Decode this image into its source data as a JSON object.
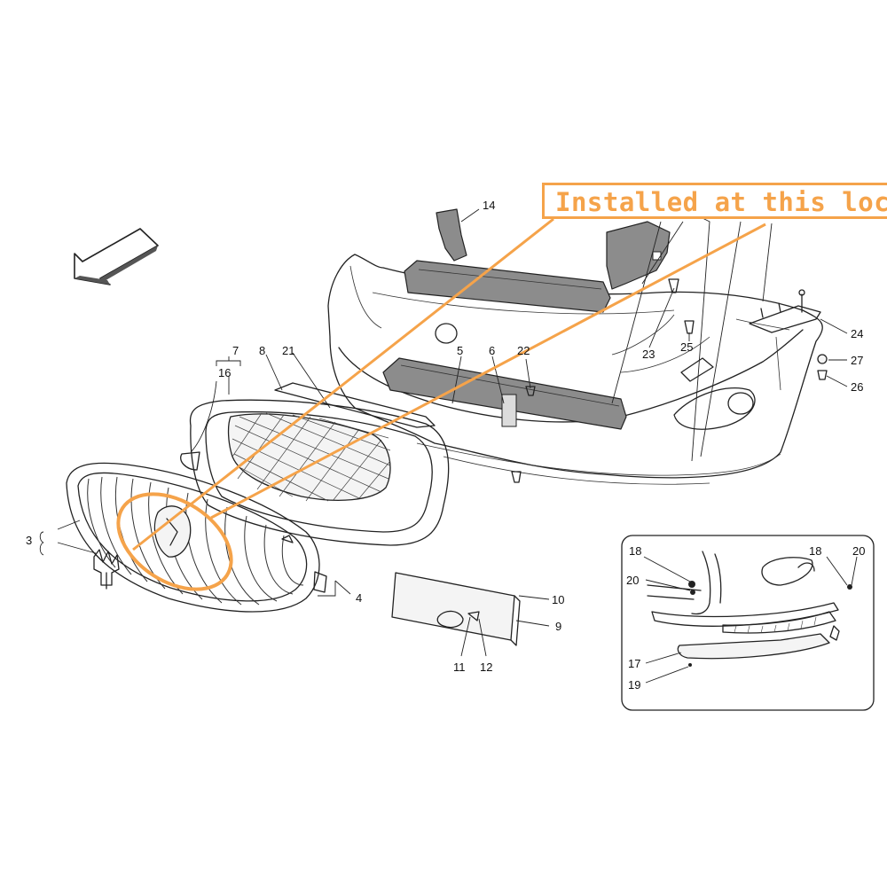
{
  "callout": {
    "text": "Installed at this locat",
    "color": "#f5a34a"
  },
  "part_numbers": {
    "n3": "3",
    "n4": "4",
    "n5": "5",
    "n6": "6",
    "n7": "7",
    "n8": "8",
    "n9": "9",
    "n10": "10",
    "n11": "11",
    "n12": "12",
    "n14": "14",
    "n16": "16",
    "n21": "21",
    "n22": "22",
    "n23": "23",
    "n24": "24",
    "n25": "25",
    "n26": "26",
    "n27": "27"
  },
  "inset_numbers": {
    "n17": "17",
    "n18a": "18",
    "n18b": "18",
    "n19": "19",
    "n20a": "20",
    "n20b": "20"
  },
  "icons": {
    "direction": "direction-arrow-icon"
  }
}
